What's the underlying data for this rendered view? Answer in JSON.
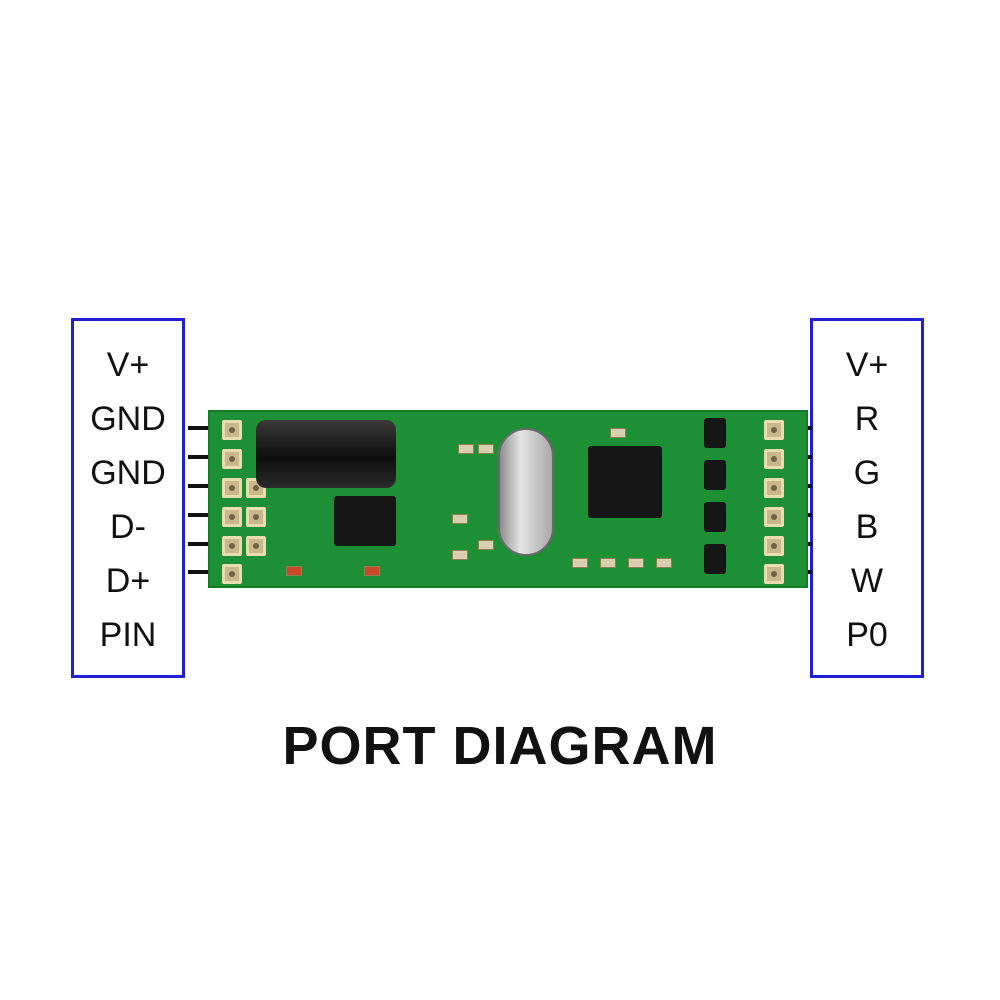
{
  "left_pins": [
    "V+",
    "GND",
    "GND",
    "D-",
    "D+",
    "PIN"
  ],
  "right_pins": [
    "V+",
    "R",
    "G",
    "B",
    "W",
    "P0"
  ],
  "title": "PORT DIAGRAM"
}
